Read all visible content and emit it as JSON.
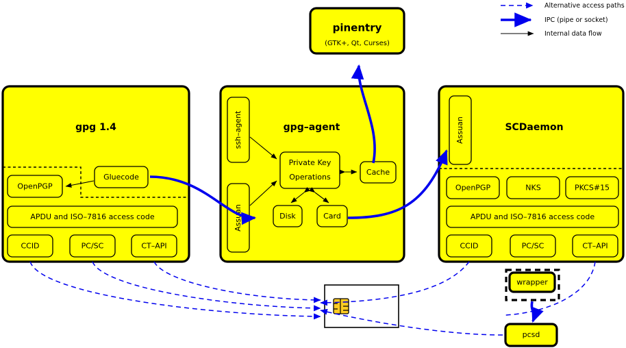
{
  "legend": {
    "items": [
      {
        "label": "Alternative access paths",
        "style": "blue-dashed-arrow",
        "color": "#0000ee"
      },
      {
        "label": "IPC (pipe or socket)",
        "style": "blue-thick-arrow",
        "color": "#0000ee"
      },
      {
        "label": "Internal data flow",
        "style": "black-thin-arrow",
        "color": "#000000"
      }
    ]
  },
  "pinentry": {
    "title": "pinentry",
    "subtitle": "(GTK+, Qt, Curses)"
  },
  "gpg": {
    "title": "gpg 1.4",
    "gluecode": "Gluecode",
    "openpgp": "OpenPGP",
    "apdu": "APDU and ISO–7816 access code",
    "readers": [
      "CCID",
      "PC/SC",
      "CT–API"
    ]
  },
  "agent": {
    "title": "gpg–agent",
    "ssh_agent": "ssh–agent",
    "assuan": "Assuan",
    "pko_line1": "Private Key",
    "pko_line2": "Operations",
    "cache": "Cache",
    "disk": "Disk",
    "card": "Card"
  },
  "scdaemon": {
    "title": "SCDaemon",
    "assuan": "Assuan",
    "apps": [
      "OpenPGP",
      "NKS",
      "PKCS#15"
    ],
    "apdu": "APDU and ISO–7816 access code",
    "readers": [
      "CCID",
      "PC/SC",
      "CT–API"
    ]
  },
  "bottom": {
    "wrapper": "wrapper",
    "pcsd": "pcsd",
    "smartcard": "smartcard"
  },
  "colors": {
    "node": "#ffff00",
    "ipc": "#0000ee",
    "alt": "#0000ee",
    "flow": "#000000",
    "chip": "#ffcc22"
  }
}
